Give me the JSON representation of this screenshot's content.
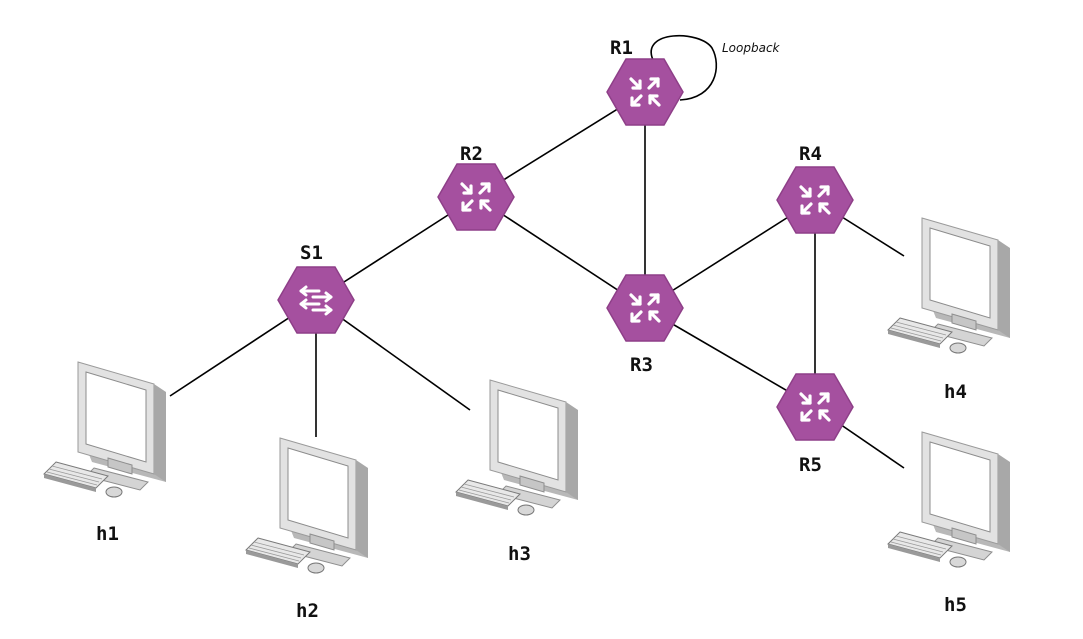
{
  "diagram": {
    "colors": {
      "device": "#A5509F",
      "device_dark": "#8E3F88",
      "link": "#000000",
      "monitor_frame": "#d9d9d9",
      "screen": "#ffffff"
    },
    "routers": [
      {
        "id": "R1",
        "label": "R1"
      },
      {
        "id": "R2",
        "label": "R2"
      },
      {
        "id": "R3",
        "label": "R3"
      },
      {
        "id": "R4",
        "label": "R4"
      },
      {
        "id": "R5",
        "label": "R5"
      }
    ],
    "switches": [
      {
        "id": "S1",
        "label": "S1"
      }
    ],
    "hosts": [
      {
        "id": "h1",
        "label": "h1"
      },
      {
        "id": "h2",
        "label": "h2"
      },
      {
        "id": "h3",
        "label": "h3"
      },
      {
        "id": "h4",
        "label": "h4"
      },
      {
        "id": "h5",
        "label": "h5"
      }
    ],
    "links": [
      [
        "R1",
        "R2"
      ],
      [
        "R1",
        "R3"
      ],
      [
        "R2",
        "R3"
      ],
      [
        "R2",
        "S1"
      ],
      [
        "R3",
        "R4"
      ],
      [
        "R3",
        "R5"
      ],
      [
        "R4",
        "R5"
      ],
      [
        "S1",
        "h1"
      ],
      [
        "S1",
        "h2"
      ],
      [
        "S1",
        "h3"
      ],
      [
        "R4",
        "h4"
      ],
      [
        "R5",
        "h5"
      ]
    ],
    "loopback": {
      "node": "R1",
      "label": "Loopback"
    }
  }
}
